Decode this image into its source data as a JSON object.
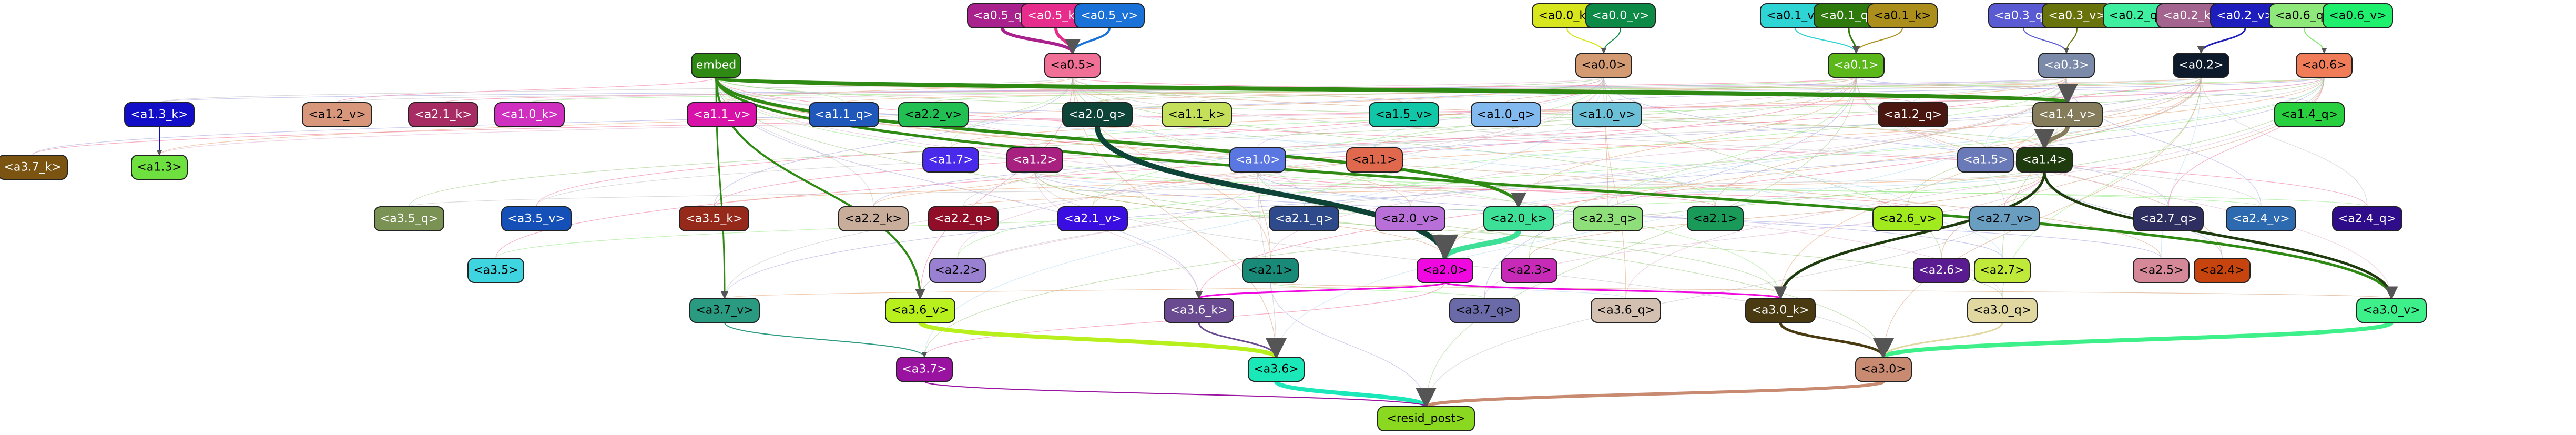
{
  "nodes": [
    {
      "id": "a0_5_q",
      "label": "<a0.5_q>",
      "color": "#a8218c",
      "text": "#ffffff"
    },
    {
      "id": "a0_5_k",
      "label": "<a0.5_k>",
      "color": "#e62c8c",
      "text": "#ffffff"
    },
    {
      "id": "a0_5_v",
      "label": "<a0.5_v>",
      "color": "#1a72d9",
      "text": "#ffffff"
    },
    {
      "id": "a0_0_k",
      "label": "<a0.0_k>",
      "color": "#d8e61e",
      "text": "#000000"
    },
    {
      "id": "a0_0_v",
      "label": "<a0.0_v>",
      "color": "#0d8a45",
      "text": "#ffffff"
    },
    {
      "id": "a0_1_v",
      "label": "<a0.1_v>",
      "color": "#2fd4d4",
      "text": "#000000"
    },
    {
      "id": "a0_1_q",
      "label": "<a0.1_q>",
      "color": "#2e7a0c",
      "text": "#ffffff"
    },
    {
      "id": "a0_1_k",
      "label": "<a0.1_k>",
      "color": "#ab8e1c",
      "text": "#000000"
    },
    {
      "id": "a0_3_q",
      "label": "<a0.3_q>",
      "color": "#5a5ad2",
      "text": "#ffffff"
    },
    {
      "id": "a0_3_v",
      "label": "<a0.3_v>",
      "color": "#69730c",
      "text": "#ffffff"
    },
    {
      "id": "a0_2_q",
      "label": "<a0.2_q>",
      "color": "#3ff0a0",
      "text": "#000000"
    },
    {
      "id": "a0_2_k",
      "label": "<a0.2_k>",
      "color": "#a36490",
      "text": "#ffffff"
    },
    {
      "id": "a0_2_v",
      "label": "<a0.2_v>",
      "color": "#1e1ebe",
      "text": "#ffffff"
    },
    {
      "id": "a0_6_q",
      "label": "<a0.6_q>",
      "color": "#8ee87a",
      "text": "#000000"
    },
    {
      "id": "a0_6_v",
      "label": "<a0.6_v>",
      "color": "#1ef06e",
      "text": "#000000"
    },
    {
      "id": "embed",
      "label": "embed",
      "color": "#2f8a14",
      "text": "#ffffff"
    },
    {
      "id": "a0_5",
      "label": "<a0.5>",
      "color": "#f07098",
      "text": "#000000"
    },
    {
      "id": "a0_0",
      "label": "<a0.0>",
      "color": "#d49a72",
      "text": "#000000"
    },
    {
      "id": "a0_1",
      "label": "<a0.1>",
      "color": "#5ab81a",
      "text": "#ffffff"
    },
    {
      "id": "a0_3",
      "label": "<a0.3>",
      "color": "#7a8aa8",
      "text": "#ffffff"
    },
    {
      "id": "a0_2",
      "label": "<a0.2>",
      "color": "#0c1a2c",
      "text": "#ffffff"
    },
    {
      "id": "a0_6",
      "label": "<a0.6>",
      "color": "#f07c58",
      "text": "#000000"
    },
    {
      "id": "a3_7_k",
      "label": "<a3.7_k>",
      "color": "#7a5410",
      "text": "#ffffff"
    },
    {
      "id": "a1_3_k",
      "label": "<a1.3_k>",
      "color": "#120ec8",
      "text": "#ffffff"
    },
    {
      "id": "a1_2_v",
      "label": "<a1.2_v>",
      "color": "#d8967a",
      "text": "#000000"
    },
    {
      "id": "a2_1_k",
      "label": "<a2.1_k>",
      "color": "#a82c64",
      "text": "#ffffff"
    },
    {
      "id": "a1_0_k",
      "label": "<a1.0_k>",
      "color": "#d030c0",
      "text": "#ffffff"
    },
    {
      "id": "a1_1_v",
      "label": "<a1.1_v>",
      "color": "#d812a8",
      "text": "#ffffff"
    },
    {
      "id": "a1_1_q",
      "label": "<a1.1_q>",
      "color": "#1f58ba",
      "text": "#ffffff"
    },
    {
      "id": "a2_2_v",
      "label": "<a2.2_v>",
      "color": "#22c052",
      "text": "#000000"
    },
    {
      "id": "a2_0_q",
      "label": "<a2.0_q>",
      "color": "#0e4438",
      "text": "#ffffff"
    },
    {
      "id": "a1_1_k",
      "label": "<a1.1_k>",
      "color": "#c4e05a",
      "text": "#000000"
    },
    {
      "id": "a1_5_v",
      "label": "<a1.5_v>",
      "color": "#12c6a8",
      "text": "#000000"
    },
    {
      "id": "a1_0_q",
      "label": "<a1.0_q>",
      "color": "#82baf0",
      "text": "#000000"
    },
    {
      "id": "a1_0_v",
      "label": "<a1.0_v>",
      "color": "#6cc0d8",
      "text": "#000000"
    },
    {
      "id": "a1_2_q",
      "label": "<a1.2_q>",
      "color": "#4a1610",
      "text": "#ffffff"
    },
    {
      "id": "a1_4_v",
      "label": "<a1.4_v>",
      "color": "#847c5a",
      "text": "#ffffff"
    },
    {
      "id": "a1_4_q",
      "label": "<a1.4_q>",
      "color": "#28d040",
      "text": "#000000"
    },
    {
      "id": "a1_3",
      "label": "<a1.3>",
      "color": "#6ee040",
      "text": "#000000"
    },
    {
      "id": "a1_7",
      "label": "<a1.7>",
      "color": "#4a2aea",
      "text": "#ffffff"
    },
    {
      "id": "a1_2",
      "label": "<a1.2>",
      "color": "#a82080",
      "text": "#ffffff"
    },
    {
      "id": "a1_0",
      "label": "<a1.0>",
      "color": "#5a76e0",
      "text": "#ffffff"
    },
    {
      "id": "a1_1",
      "label": "<a1.1>",
      "color": "#e0684c",
      "text": "#000000"
    },
    {
      "id": "a1_5",
      "label": "<a1.5>",
      "color": "#6a7ab8",
      "text": "#ffffff"
    },
    {
      "id": "a1_4",
      "label": "<a1.4>",
      "color": "#1e3c0e",
      "text": "#ffffff"
    },
    {
      "id": "a3_5_q",
      "label": "<a3.5_q>",
      "color": "#7a9254",
      "text": "#ffffff"
    },
    {
      "id": "a3_5_v",
      "label": "<a3.5_v>",
      "color": "#1450b8",
      "text": "#ffffff"
    },
    {
      "id": "a3_5_k",
      "label": "<a3.5_k>",
      "color": "#962a1a",
      "text": "#ffffff"
    },
    {
      "id": "a2_2_k",
      "label": "<a2.2_k>",
      "color": "#c8ae9a",
      "text": "#000000"
    },
    {
      "id": "a2_2_q",
      "label": "<a2.2_q>",
      "color": "#900e28",
      "text": "#ffffff"
    },
    {
      "id": "a2_1_v",
      "label": "<a2.1_v>",
      "color": "#3a0ee0",
      "text": "#ffffff"
    },
    {
      "id": "a2_1_q",
      "label": "<a2.1_q>",
      "color": "#2e4a8a",
      "text": "#ffffff"
    },
    {
      "id": "a2_0_v",
      "label": "<a2.0_v>",
      "color": "#b870d8",
      "text": "#000000"
    },
    {
      "id": "a2_0_k",
      "label": "<a2.0_k>",
      "color": "#3ee098",
      "text": "#000000"
    },
    {
      "id": "a2_3_q",
      "label": "<a2.3_q>",
      "color": "#8ede7a",
      "text": "#000000"
    },
    {
      "id": "a2_1",
      "label": "<a2.1>",
      "color": "#1a9a58",
      "text": "#000000"
    },
    {
      "id": "a2_6_v",
      "label": "<a2.6_v>",
      "color": "#a0ea1e",
      "text": "#000000"
    },
    {
      "id": "a2_7_v",
      "label": "<a2.7_v>",
      "color": "#6a9ec0",
      "text": "#000000"
    },
    {
      "id": "a2_7_q",
      "label": "<a2.7_q>",
      "color": "#2e2e60",
      "text": "#ffffff"
    },
    {
      "id": "a2_4_v",
      "label": "<a2.4_v>",
      "color": "#2e6ab0",
      "text": "#ffffff"
    },
    {
      "id": "a2_4_q",
      "label": "<a2.4_q>",
      "color": "#2e0c8a",
      "text": "#ffffff"
    },
    {
      "id": "a3_5",
      "label": "<a3.5>",
      "color": "#3ed4e0",
      "text": "#000000"
    },
    {
      "id": "a2_2",
      "label": "<a2.2>",
      "color": "#9a80d0",
      "text": "#000000"
    },
    {
      "id": "a2_1b",
      "label": "<a2.1>",
      "color": "#1a8a78",
      "text": "#000000"
    },
    {
      "id": "a2_0",
      "label": "<a2.0>",
      "color": "#f008e0",
      "text": "#000000"
    },
    {
      "id": "a2_3",
      "label": "<a2.3>",
      "color": "#c82ab8",
      "text": "#000000"
    },
    {
      "id": "a2_6",
      "label": "<a2.6>",
      "color": "#5a1a90",
      "text": "#ffffff"
    },
    {
      "id": "a2_7",
      "label": "<a2.7>",
      "color": "#c0ea3a",
      "text": "#000000"
    },
    {
      "id": "a2_5",
      "label": "<a2.5>",
      "color": "#d48898",
      "text": "#000000"
    },
    {
      "id": "a2_4",
      "label": "<a2.4>",
      "color": "#c8440e",
      "text": "#000000"
    },
    {
      "id": "a3_7_v",
      "label": "<a3.7_v>",
      "color": "#2a9a80",
      "text": "#000000"
    },
    {
      "id": "a3_6_v",
      "label": "<a3.6_v>",
      "color": "#b8f01e",
      "text": "#000000"
    },
    {
      "id": "a3_6_k",
      "label": "<a3.6_k>",
      "color": "#6a4a90",
      "text": "#ffffff"
    },
    {
      "id": "a3_7_q",
      "label": "<a3.7_q>",
      "color": "#6a6aa8",
      "text": "#000000"
    },
    {
      "id": "a3_6_q",
      "label": "<a3.6_q>",
      "color": "#d4c0b0",
      "text": "#000000"
    },
    {
      "id": "a3_0_k",
      "label": "<a3.0_k>",
      "color": "#4a3a12",
      "text": "#ffffff"
    },
    {
      "id": "a3_0_q",
      "label": "<a3.0_q>",
      "color": "#e0d8a0",
      "text": "#000000"
    },
    {
      "id": "a3_0_v",
      "label": "<a3.0_v>",
      "color": "#3ef08a",
      "text": "#000000"
    },
    {
      "id": "a3_7",
      "label": "<a3.7>",
      "color": "#9a12a0",
      "text": "#ffffff"
    },
    {
      "id": "a3_6",
      "label": "<a3.6>",
      "color": "#1ae8b8",
      "text": "#000000"
    },
    {
      "id": "a3_0",
      "label": "<a3.0>",
      "color": "#c88a70",
      "text": "#000000"
    },
    {
      "id": "resid_post",
      "label": "<resid_post>",
      "color": "#8ad820",
      "text": "#000000"
    }
  ],
  "edges": [
    {
      "from": "a0_5_q",
      "to": "a0_5",
      "color": "#a8218c",
      "weight": 6
    },
    {
      "from": "a0_5_k",
      "to": "a0_5",
      "color": "#e62c8c",
      "weight": 6
    },
    {
      "from": "a0_5_v",
      "to": "a0_5",
      "color": "#1a72d9",
      "weight": 4
    },
    {
      "from": "a0_0_k",
      "to": "a0_0",
      "color": "#d8e61e",
      "weight": 2
    },
    {
      "from": "a0_0_v",
      "to": "a0_0",
      "color": "#0d8a45",
      "weight": 2
    },
    {
      "from": "a0_1_v",
      "to": "a0_1",
      "color": "#2fd4d4",
      "weight": 2
    },
    {
      "from": "a0_1_q",
      "to": "a0_1",
      "color": "#2e7a0c",
      "weight": 3
    },
    {
      "from": "a0_1_k",
      "to": "a0_1",
      "color": "#ab8e1c",
      "weight": 2
    },
    {
      "from": "a0_3_q",
      "to": "a0_3",
      "color": "#5a5ad2",
      "weight": 2
    },
    {
      "from": "a0_3_v",
      "to": "a0_3",
      "color": "#69730c",
      "weight": 2
    },
    {
      "from": "a0_2_v",
      "to": "a0_2",
      "color": "#1e1ebe",
      "weight": 3
    },
    {
      "from": "a0_6_q",
      "to": "a0_6",
      "color": "#8ee87a",
      "weight": 2
    },
    {
      "from": "embed",
      "to": "a1_4_v",
      "color": "#2f8a14",
      "weight": 8
    },
    {
      "from": "embed",
      "to": "a2_0_k",
      "color": "#2f8a14",
      "weight": 6
    },
    {
      "from": "embed",
      "to": "a3_0_v",
      "color": "#2f8a14",
      "weight": 5
    },
    {
      "from": "embed",
      "to": "a3_6_v",
      "color": "#2f8a14",
      "weight": 4
    },
    {
      "from": "embed",
      "to": "a3_7_v",
      "color": "#2f8a14",
      "weight": 3
    },
    {
      "from": "a1_3_k",
      "to": "a1_3",
      "color": "#120ec8",
      "weight": 2
    },
    {
      "from": "a2_0_q",
      "to": "a2_0",
      "color": "#0e4438",
      "weight": 10
    },
    {
      "from": "a1_4",
      "to": "a3_0_k",
      "color": "#1e3c0e",
      "weight": 5
    },
    {
      "from": "a1_4",
      "to": "a3_0_v",
      "color": "#1e3c0e",
      "weight": 5
    },
    {
      "from": "a1_4_v",
      "to": "a1_4",
      "color": "#847c5a",
      "weight": 8
    },
    {
      "from": "a2_0_k",
      "to": "a2_0",
      "color": "#3ee098",
      "weight": 10
    },
    {
      "from": "a2_0",
      "to": "a3_6_k",
      "color": "#f008e0",
      "weight": 3
    },
    {
      "from": "a2_0",
      "to": "a3_0_k",
      "color": "#f008e0",
      "weight": 3
    },
    {
      "from": "a3_6_v",
      "to": "a3_6",
      "color": "#b8f01e",
      "weight": 8
    },
    {
      "from": "a3_6_k",
      "to": "a3_6",
      "color": "#6a4a90",
      "weight": 3
    },
    {
      "from": "a3_0_k",
      "to": "a3_0",
      "color": "#4a3a12",
      "weight": 5
    },
    {
      "from": "a3_0_v",
      "to": "a3_0",
      "color": "#3ef08a",
      "weight": 8
    },
    {
      "from": "a3_0_q",
      "to": "a3_0",
      "color": "#e0d8a0",
      "weight": 3
    },
    {
      "from": "a3_7_v",
      "to": "a3_7",
      "color": "#2a9a80",
      "weight": 2
    },
    {
      "from": "a3_6",
      "to": "resid_post",
      "color": "#1ae8b8",
      "weight": 8
    },
    {
      "from": "a3_0",
      "to": "resid_post",
      "color": "#c88a70",
      "weight": 6
    },
    {
      "from": "a3_7",
      "to": "resid_post",
      "color": "#9a12a0",
      "weight": 2
    }
  ]
}
